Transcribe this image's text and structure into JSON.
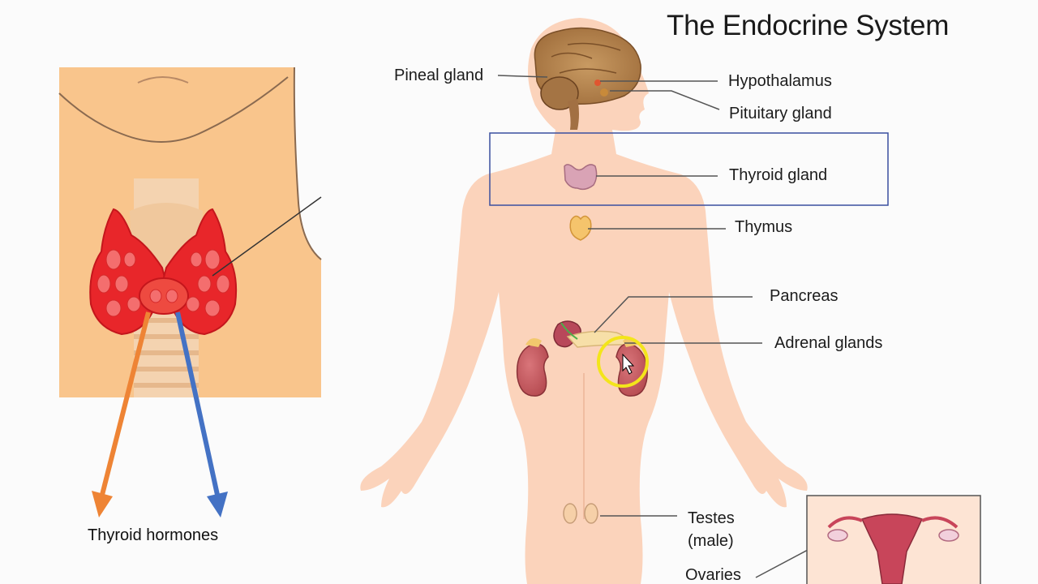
{
  "title": "The Endocrine System",
  "labels": {
    "pineal": "Pineal gland",
    "hypothalamus": "Hypothalamus",
    "pituitary": "Pituitary gland",
    "thyroid": "Thyroid gland",
    "thymus": "Thymus",
    "pancreas": "Pancreas",
    "adrenal": "Adrenal glands",
    "testes_1": "Testes",
    "testes_2": "(male)",
    "ovaries": "Ovaries"
  },
  "inset": {
    "caption": "Thyroid hormones"
  },
  "colors": {
    "skin": "#fbd3bb",
    "inset_bg": "#f9c58c",
    "thyroid_red": "#e8262a",
    "arrow_orange": "#ee8435",
    "arrow_blue": "#4472c4",
    "highlight_box": "#3b4fa0",
    "cursor_ring": "#f3e51b"
  }
}
